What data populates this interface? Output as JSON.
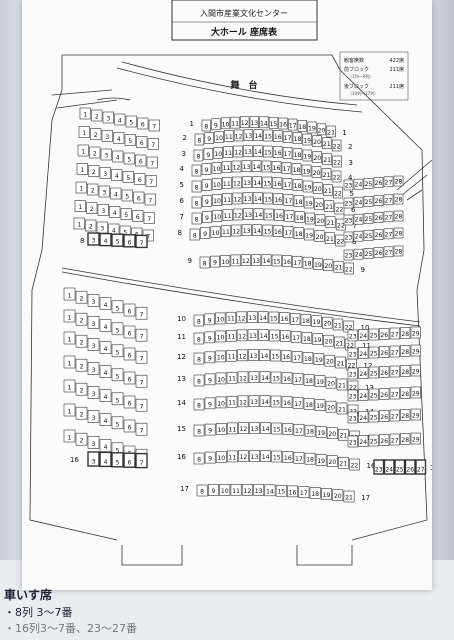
{
  "header": {
    "venue": "入間市産業文化センター",
    "title": "大ホール 座席表"
  },
  "stage_label": "舞　台",
  "legend": {
    "title": "観客席数",
    "total": "422席",
    "front_block": "前ブロック",
    "front_count": "211席",
    "front_range": "（1列〜9列）",
    "back_block": "後ブロック",
    "back_count": "211席",
    "back_range": "（10列〜17列）"
  },
  "rows": {
    "r1": {
      "label": "1",
      "seats": [
        "8",
        "9",
        "10",
        "11",
        "12",
        "13",
        "14",
        "15",
        "16",
        "17",
        "18",
        "19",
        "20",
        "21"
      ]
    },
    "r2": {
      "label": "2",
      "seats": [
        "8",
        "9",
        "10",
        "11",
        "12",
        "13",
        "14",
        "15",
        "16",
        "17",
        "18",
        "19",
        "20",
        "21",
        "22"
      ]
    },
    "r3": {
      "label": "3",
      "seats": [
        "8",
        "9",
        "10",
        "11",
        "12",
        "13",
        "14",
        "15",
        "16",
        "17",
        "18",
        "19",
        "20",
        "21",
        "22"
      ]
    },
    "r4": {
      "label": "4",
      "seats": [
        "8",
        "9",
        "10",
        "11",
        "12",
        "13",
        "14",
        "15",
        "16",
        "17",
        "18",
        "19",
        "20",
        "21",
        "22"
      ]
    },
    "r5": {
      "label": "5",
      "seats": [
        "8",
        "9",
        "10",
        "11",
        "12",
        "13",
        "14",
        "15",
        "16",
        "17",
        "18",
        "19",
        "20",
        "21",
        "22"
      ]
    },
    "r6": {
      "label": "6",
      "seats": [
        "8",
        "9",
        "10",
        "11",
        "12",
        "13",
        "14",
        "15",
        "16",
        "17",
        "18",
        "19",
        "20",
        "21",
        "22"
      ]
    },
    "r7": {
      "label": "7",
      "seats": [
        "8",
        "9",
        "10",
        "11",
        "12",
        "13",
        "14",
        "15",
        "16",
        "17",
        "18",
        "19",
        "20",
        "21",
        "22"
      ]
    },
    "r8": {
      "label": "8",
      "seats": [
        "8",
        "9",
        "10",
        "11",
        "12",
        "13",
        "14",
        "15",
        "16",
        "17",
        "18",
        "19",
        "20",
        "21",
        "22"
      ]
    },
    "r9": {
      "label": "9",
      "seats": [
        "8",
        "9",
        "10",
        "11",
        "12",
        "13",
        "14",
        "15",
        "16",
        "17",
        "18",
        "19",
        "20",
        "21",
        "22"
      ]
    },
    "r10": {
      "label": "10",
      "seats": [
        "8",
        "9",
        "10",
        "11",
        "12",
        "13",
        "14",
        "15",
        "16",
        "17",
        "18",
        "19",
        "20",
        "21",
        "22"
      ]
    },
    "r11": {
      "label": "11",
      "seats": [
        "8",
        "9",
        "10",
        "11",
        "12",
        "13",
        "14",
        "15",
        "16",
        "17",
        "18",
        "19",
        "20",
        "21",
        "22"
      ]
    },
    "r12": {
      "label": "12",
      "seats": [
        "8",
        "9",
        "10",
        "11",
        "12",
        "13",
        "14",
        "15",
        "16",
        "17",
        "18",
        "19",
        "20",
        "21",
        "22"
      ]
    },
    "r13": {
      "label": "13",
      "seats": [
        "8",
        "9",
        "10",
        "11",
        "12",
        "13",
        "14",
        "15",
        "16",
        "17",
        "18",
        "19",
        "20",
        "21",
        "22"
      ]
    },
    "r14": {
      "label": "14",
      "seats": [
        "8",
        "9",
        "10",
        "11",
        "12",
        "13",
        "14",
        "15",
        "16",
        "17",
        "18",
        "19",
        "20",
        "21",
        "22"
      ]
    },
    "r15": {
      "label": "15",
      "seats": [
        "8",
        "9",
        "10",
        "11",
        "12",
        "13",
        "14",
        "15",
        "16",
        "17",
        "18",
        "19",
        "20",
        "21",
        "22"
      ]
    },
    "r16": {
      "label": "16",
      "seats": [
        "8",
        "9",
        "10",
        "11",
        "12",
        "13",
        "14",
        "15",
        "16",
        "17",
        "18",
        "19",
        "20",
        "21",
        "22"
      ]
    },
    "r17": {
      "label": "17",
      "seats": [
        "8",
        "9",
        "10",
        "11",
        "12",
        "13",
        "14",
        "15",
        "16",
        "17",
        "18",
        "19",
        "20",
        "21"
      ]
    }
  },
  "left_wing": {
    "front": [
      "1",
      "2",
      "3",
      "4",
      "5",
      "6",
      "7"
    ],
    "back": [
      "1",
      "2",
      "3",
      "4",
      "5",
      "6",
      "7"
    ],
    "wheelchair": [
      "3",
      "4",
      "5",
      "6",
      "7"
    ]
  },
  "right_wing": {
    "front": [
      "23",
      "24",
      "25",
      "26",
      "27",
      "28"
    ],
    "back": [
      "23",
      "24",
      "25",
      "26",
      "27",
      "28",
      "29"
    ],
    "wheelchair": [
      "23",
      "24",
      "25",
      "26",
      "27"
    ]
  },
  "notes": {
    "title": "車いす席",
    "line1": "・8列 3〜7番",
    "line2": "・16列3〜7番、23〜27番"
  }
}
